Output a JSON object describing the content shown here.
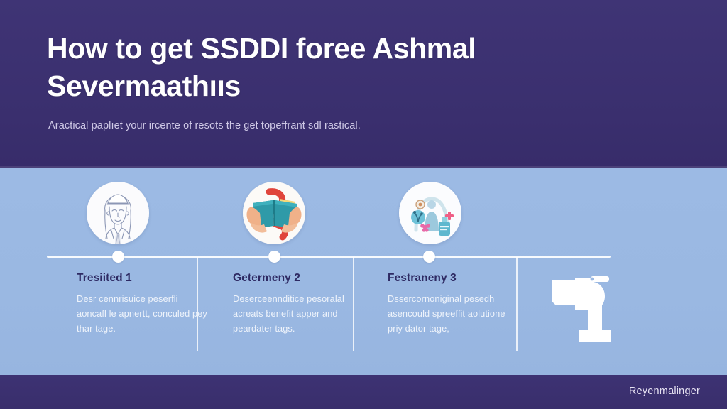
{
  "colors": {
    "header_purple": "#3b3071",
    "body_blue": "#9cb9e3",
    "footer_purple": "#3b3071",
    "title_text": "#ffffff",
    "subtitle_text": "#cfc9e6",
    "step_title_text": "#2e2a63",
    "step_desc_text": "#eef3fb",
    "rail_white": "#ffffff"
  },
  "header": {
    "title_line1": "How to get SSDDI foree Ashmal",
    "title_line2": "Severmaathııs",
    "subtitle": "Aractical paplıet your ircente of resots the get topeffrant sdl rastical."
  },
  "steps": [
    {
      "icon": "doctor-portrait-icon",
      "title": "Tresiited 1",
      "description": "Desr cennrisuice peserfli aoncafl le apnertt, conculed pey thar tage."
    },
    {
      "icon": "hands-holding-book-icon",
      "title": "Getermeny 2",
      "description": "Deserceennditice pesoralal acreats benefit apper and peardater tags."
    },
    {
      "icon": "medical-care-icon",
      "title": "Festraneny 3",
      "description": "Dssercornoniginal pesedh asencould spreeffit aolutione priy datοr tage,"
    }
  ],
  "decoration": {
    "faucet_icon": "faucet-tap-icon"
  },
  "footer": {
    "brand": "Reyenmalinger"
  }
}
